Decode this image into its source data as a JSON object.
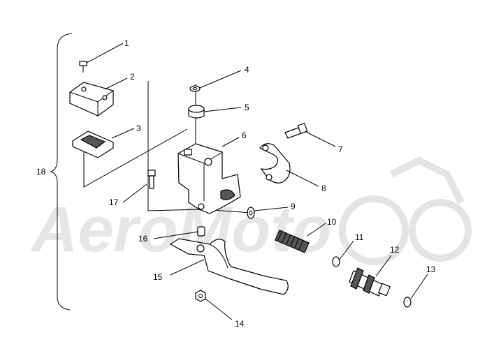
{
  "watermark": {
    "text": "AeroMoto"
  },
  "assembly_bracket_label": "18",
  "part_labels": {
    "p1": "1",
    "p2": "2",
    "p3": "3",
    "p4": "4",
    "p5": "5",
    "p6": "6",
    "p7": "7",
    "p8": "8",
    "p9": "9",
    "p10": "10",
    "p11": "11",
    "p12": "12",
    "p13": "13",
    "p14": "14",
    "p15": "15",
    "p16": "16",
    "p17": "17"
  }
}
